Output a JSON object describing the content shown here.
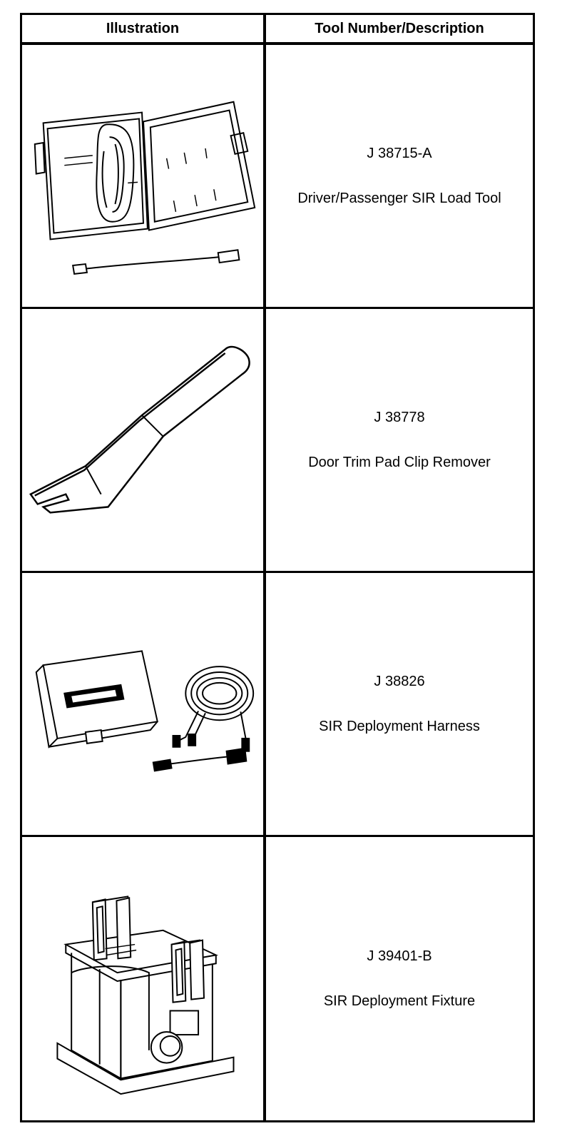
{
  "header": {
    "col_illustration": "Illustration",
    "col_tool": "Tool Number/Description"
  },
  "rows": [
    {
      "number": "J 38715-A",
      "description": "Driver/Passenger SIR Load Tool",
      "illustration": "load-tool-case-icon"
    },
    {
      "number": "J 38778",
      "description": "Door Trim Pad Clip Remover",
      "illustration": "clip-remover-icon"
    },
    {
      "number": "J 38826",
      "description": "SIR Deployment Harness",
      "illustration": "deployment-harness-icon"
    },
    {
      "number": "J 39401-B",
      "description": "SIR Deployment Fixture",
      "illustration": "deployment-fixture-icon"
    }
  ]
}
